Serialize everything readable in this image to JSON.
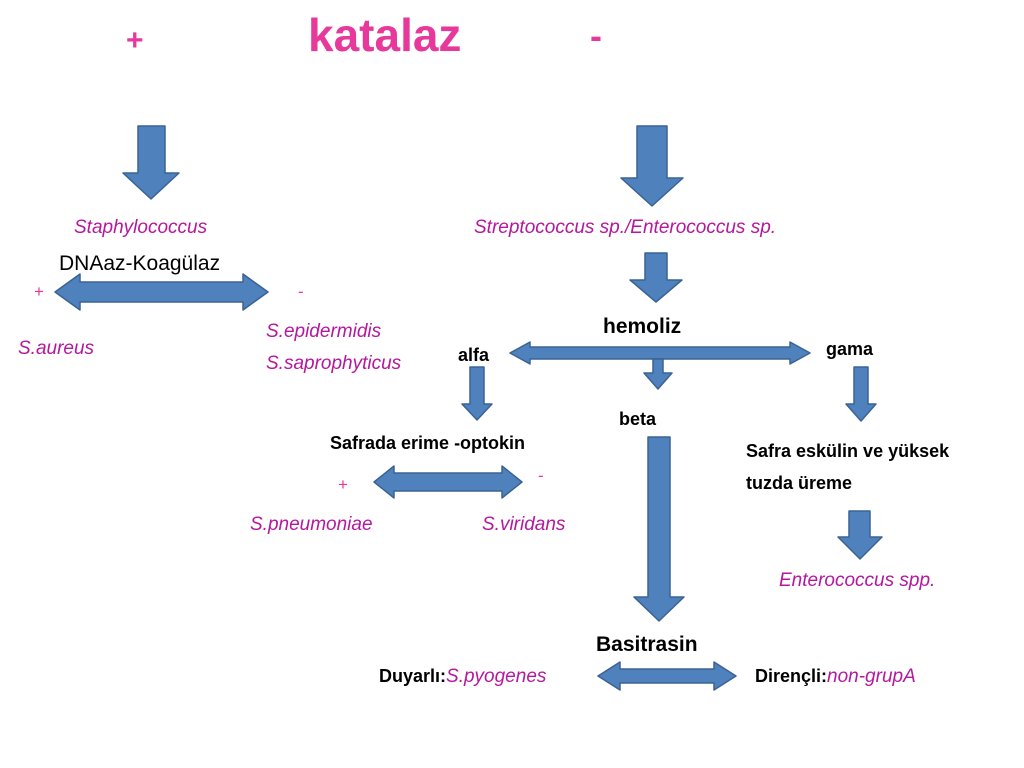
{
  "title": {
    "katalaz": "katalaz",
    "plus": "+",
    "minus": "-"
  },
  "staph": {
    "genus": "Staphylococcus",
    "test": "DNAaz-Koagülaz",
    "plus": "+",
    "minus": "-",
    "positive_species": "S.aureus",
    "negative_species_1": "S.epidermidis",
    "negative_species_2": "S.saprophyticus"
  },
  "strep": {
    "genus": "Streptococcus sp./Enterococcus sp.",
    "hemolysis": "hemoliz",
    "alpha": "alfa",
    "beta": "beta",
    "gamma": "gama"
  },
  "alpha_branch": {
    "test": "Safrada erime -optokin",
    "plus": "+",
    "minus": "-",
    "positive_species": "S.pneumoniae",
    "negative_species": "S.viridans"
  },
  "gamma_branch": {
    "test_line_1": "Safra eskülin ve yüksek",
    "test_line_2": "tuzda üreme",
    "result": "Enterococcus spp."
  },
  "beta_branch": {
    "test": "Basitrasin",
    "sensitive_label": "Duyarlı:",
    "sensitive_species": "S.pyogenes",
    "resistant_label": "Dirençli:",
    "resistant_species": "non-grupA"
  },
  "colors": {
    "arrow_fill": "#4f81bd",
    "arrow_stroke": "#3a6394",
    "pink": "#e6399b",
    "organism": "#b5179e"
  }
}
